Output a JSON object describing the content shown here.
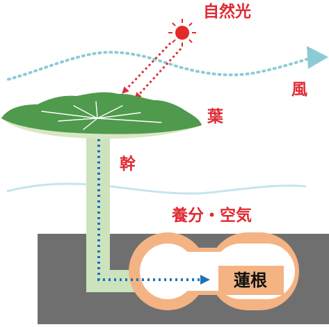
{
  "labels": {
    "sunlight": "自然光",
    "wind": "風",
    "leaf": "葉",
    "stem": "幹",
    "nutrients_air": "養分・空気",
    "rhizome": "蓮根"
  },
  "colors": {
    "label_red": "#e02a33",
    "sun": "#e32a2a",
    "wind": "#8ccbd6",
    "leaf_green": "#4f9a4c",
    "leaf_light": "#d8e7c3",
    "stem": "#cce3be",
    "water_line": "#c6e4ed",
    "mud": "#6f6f6f",
    "rhizome_ring": "#f4b383",
    "root_label_bg": "#f4b383",
    "flow_arrow": "#1b73b9"
  }
}
